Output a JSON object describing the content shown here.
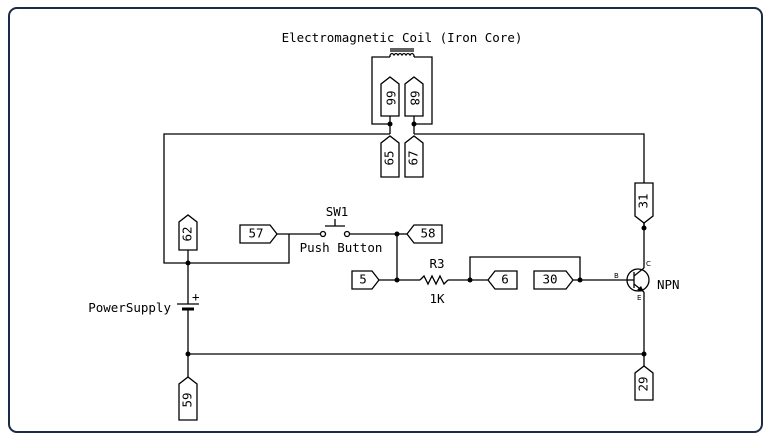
{
  "title": "Electromagnetic Coil (Iron Core)",
  "components": {
    "sw1": {
      "ref": "SW1",
      "value": "Push Button"
    },
    "r3": {
      "ref": "R3",
      "value": "1K"
    },
    "q1": {
      "value": "NPN",
      "pin_b": "B",
      "pin_c": "C",
      "pin_e": "E"
    },
    "power": {
      "value": "PowerSupply",
      "plus": "+"
    }
  },
  "nets": {
    "n65": "65",
    "n66": "66",
    "n67": "67",
    "n68": "68",
    "n62": "62",
    "n57": "57",
    "n58": "58",
    "n5": "5",
    "n6": "6",
    "n30": "30",
    "n31": "31",
    "n59": "59",
    "n29": "29"
  },
  "colors": {
    "frame": "#1c2b45",
    "wire": "#000000"
  }
}
